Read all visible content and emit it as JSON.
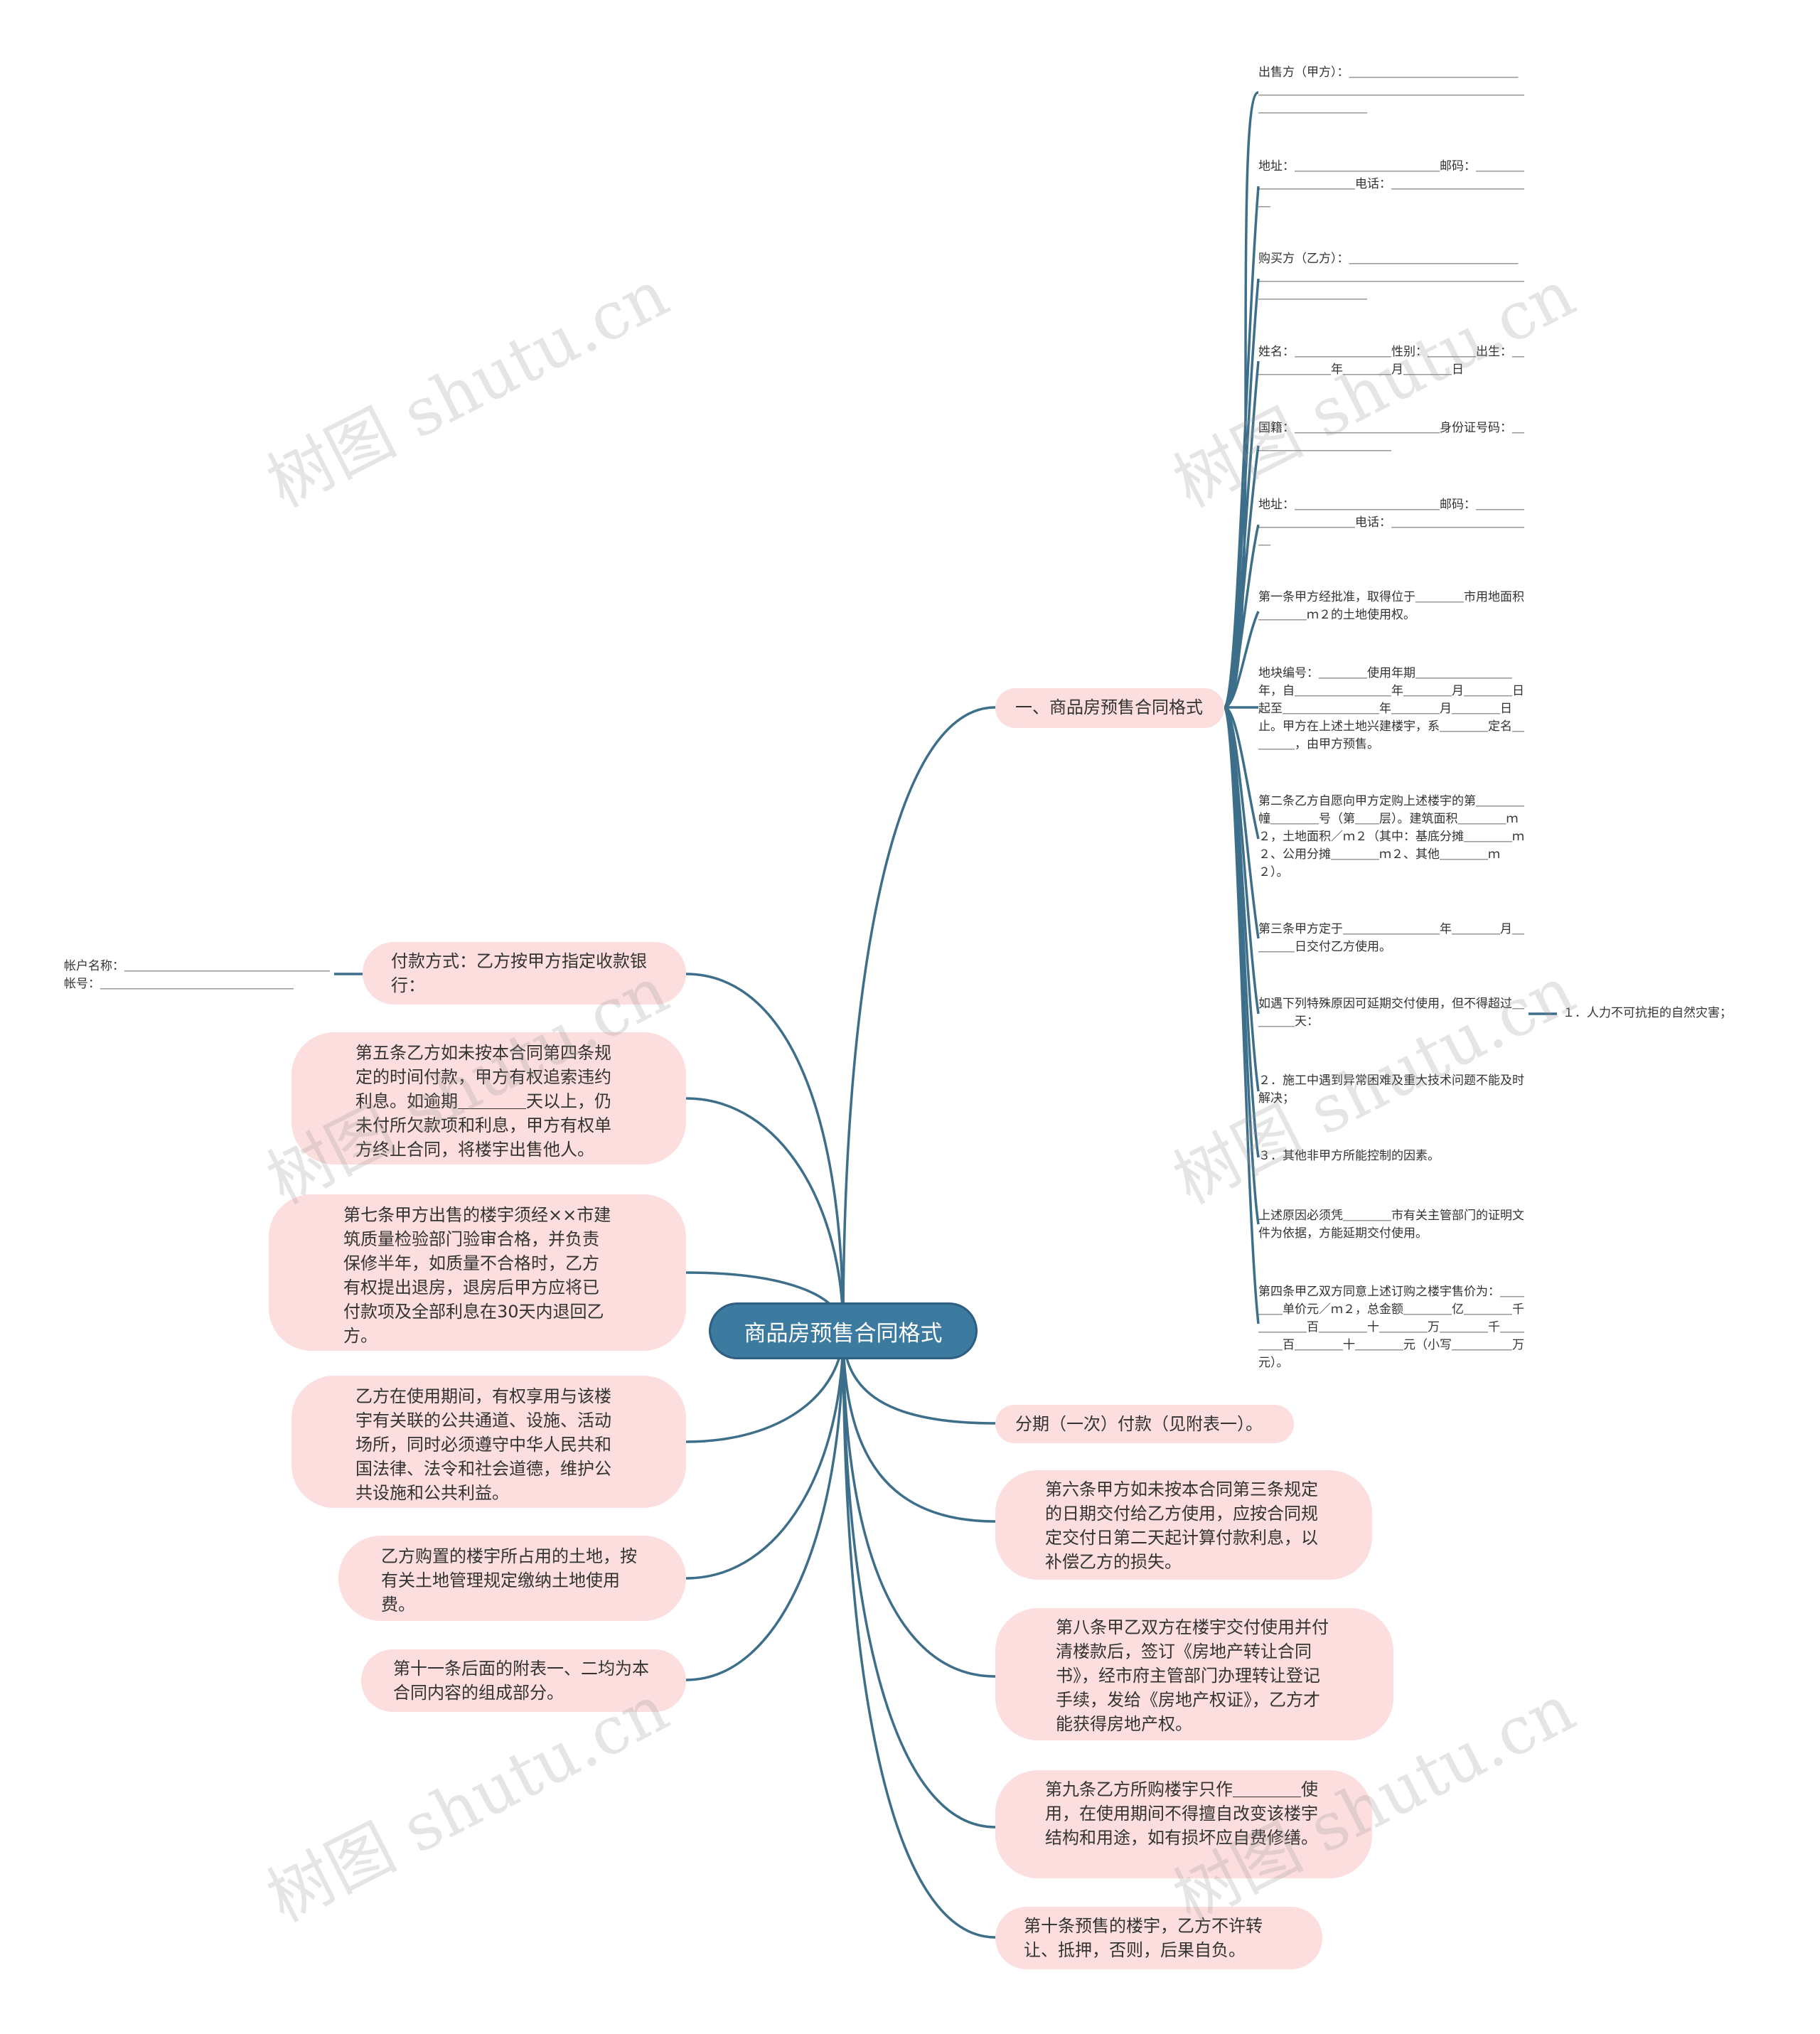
{
  "root": "商品房预售合同格式",
  "watermark": "树图 shutu.cn",
  "right_branches": {
    "section_one": "一、商品房预售合同格式",
    "installment": "分期（一次）付款（见附表一）。",
    "article6": "第六条甲方如未按本合同第三条规定的日期交付给乙方使用，应按合同规定交付日第二天起计算付款利息，以补偿乙方的损失。",
    "article8": "第八条甲乙双方在楼宇交付使用并付清楼款后，签订《房地产转让合同书》，经市府主管部门办理转让登记手续，发给《房地产权证》，乙方才能获得房地产权。",
    "article9": "第九条乙方所购楼宇只作＿＿＿＿使用，在使用期间不得擅自改变该楼宇结构和用途，如有损坏应自费修缮。",
    "article10": "第十条预售的楼宇，乙方不许转让、抵押，否则，后果自负。"
  },
  "left_branches": {
    "payment": "付款方式：乙方按甲方指定收款银行：",
    "account": "帐户名称：＿＿＿＿＿＿＿＿＿＿＿＿＿＿＿＿＿帐号：＿＿＿＿＿＿＿＿＿＿＿＿＿＿＿＿",
    "article5": "第五条乙方如未按本合同第四条规定的时间付款，甲方有权追索违约利息。如逾期＿＿＿＿天以上，仍未付所欠款项和利息，甲方有权单方终止合同，将楼宇出售他人。",
    "article7": "第七条甲方出售的楼宇须经××市建筑质量检验部门验审合格，并负责保修半年，如质量不合格时，乙方有权提出退房，退房后甲方应将已付款项及全部利息在30天内退回乙方。",
    "usage_rights": "乙方在使用期间，有权享用与该楼宇有关联的公共通道、设施、活动场所，同时必须遵守中华人民共和国法律、法令和社会道德，维护公共设施和公共利益。",
    "land_fee": "乙方购置的楼宇所占用的土地，按有关土地管理规定缴纳土地使用费。",
    "article11": "第十一条后面的附表一、二均为本合同内容的组成部分。"
  },
  "section_one_items": {
    "seller": "出售方（甲方）：＿＿＿＿＿＿＿＿＿＿＿＿＿＿＿＿＿＿＿＿＿＿＿＿＿＿＿＿＿＿＿＿＿＿＿＿＿＿＿＿＿＿＿＿＿",
    "seller_addr": "地址：＿＿＿＿＿＿＿＿＿＿＿＿邮码：＿＿＿＿＿＿＿＿＿＿＿＿电话：＿＿＿＿＿＿＿＿＿＿＿＿",
    "buyer": "购买方（乙方）：＿＿＿＿＿＿＿＿＿＿＿＿＿＿＿＿＿＿＿＿＿＿＿＿＿＿＿＿＿＿＿＿＿＿＿＿＿＿＿＿＿＿＿＿＿",
    "name": "姓名：＿＿＿＿＿＿＿＿性别：＿＿＿＿出生：＿＿＿＿＿＿＿年＿＿＿＿月＿＿＿＿日",
    "nationality": "国籍：＿＿＿＿＿＿＿＿＿＿＿＿身份证号码：＿＿＿＿＿＿＿＿＿＿＿＿",
    "buyer_addr": "地址：＿＿＿＿＿＿＿＿＿＿＿＿邮码：＿＿＿＿＿＿＿＿＿＿＿＿电话：＿＿＿＿＿＿＿＿＿＿＿＿",
    "article1": "第一条甲方经批准，取得位于＿＿＿＿市用地面积＿＿＿＿ｍ２的土地使用权。",
    "plot": "地块编号：＿＿＿＿使用年期＿＿＿＿＿＿＿＿年，自＿＿＿＿＿＿＿＿年＿＿＿＿月＿＿＿＿日起至＿＿＿＿＿＿＿＿年＿＿＿＿月＿＿＿＿日止。甲方在上述土地兴建楼宇，系＿＿＿＿定名＿＿＿＿，由甲方预售。",
    "article2": "第二条乙方自愿向甲方定购上述楼宇的第＿＿＿＿幢＿＿＿＿号（第＿＿层）。建筑面积＿＿＿＿ｍ２，土地面积／ｍ２（其中：基底分摊＿＿＿＿ｍ２、公用分摊＿＿＿＿ｍ２、其他＿＿＿＿ｍ２）。",
    "article3": "第三条甲方定于＿＿＿＿＿＿＿＿年＿＿＿＿月＿＿＿＿日交付乙方使用。",
    "delay": "如遇下列特殊原因可延期交付使用，但不得超过＿＿＿＿天：",
    "reason1": "１．人力不可抗拒的自然灾害；",
    "reason2": "２．施工中遇到异常困难及重大技术问题不能及时解决；",
    "reason3": "３．其他非甲方所能控制的因素。",
    "proof": "上述原因必须凭＿＿＿＿市有关主管部门的证明文件为依据，方能延期交付使用。",
    "article4": "第四条甲乙双方同意上述订购之楼宇售价为：＿＿＿＿单价元／ｍ２，总金额＿＿＿＿亿＿＿＿＿千＿＿＿＿百＿＿＿＿十＿＿＿＿万＿＿＿＿千＿＿＿＿百＿＿＿＿十＿＿＿＿元（小写＿＿＿＿＿万元）。"
  }
}
